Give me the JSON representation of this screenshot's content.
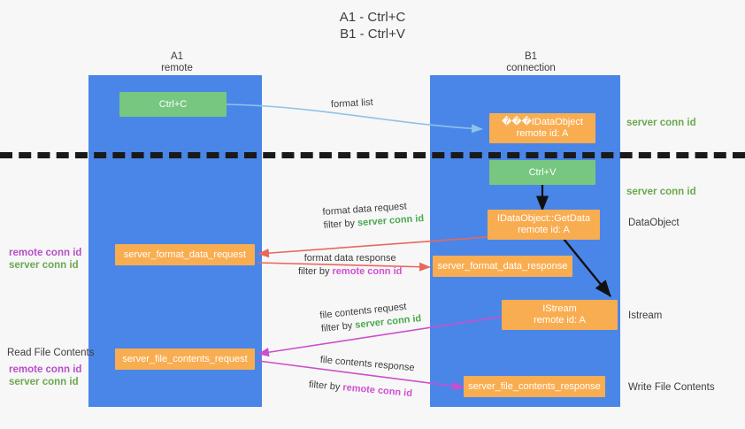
{
  "title": "A1 - Ctrl+C\nB1 - Ctrl+V",
  "lanes": [
    {
      "id": "a1",
      "title": "A1\nremote"
    },
    {
      "id": "b1",
      "title": "B1\nconnection"
    }
  ],
  "nodes": {
    "ctrl_c": {
      "line1": "Ctrl+C",
      "line2": ""
    },
    "ctrl_v": {
      "line1": "Ctrl+V",
      "line2": ""
    },
    "idataobject": {
      "line1": "���IDataObject",
      "line2": "remote id: A"
    },
    "idataobject_getdata": {
      "line1": "IDataObject::GetData",
      "line2": "remote id: A"
    },
    "istream": {
      "line1": "IStream",
      "line2": "remote id: A"
    },
    "server_format_data_request": {
      "line1": "server_format_data_request",
      "line2": ""
    },
    "server_format_data_response": {
      "line1": "server_format_data_response",
      "line2": ""
    },
    "server_file_contents_request": {
      "line1": "server_file_contents_request",
      "line2": ""
    },
    "server_file_contents_response": {
      "line1": "server_file_contents_response",
      "line2": ""
    }
  },
  "edges": {
    "format_list": {
      "line1": "format list"
    },
    "format_data_request": {
      "line1": "format data request",
      "filter_prefix": "filter by ",
      "filter_value": "server conn id"
    },
    "format_data_response": {
      "line1": "format data response",
      "filter_prefix": "filter by ",
      "filter_value": "remote conn id"
    },
    "file_contents_request": {
      "line1": "file contents request",
      "filter_prefix": "filter by ",
      "filter_value": "server conn id"
    },
    "file_contents_response": {
      "line1": "file contents response",
      "filter_prefix": "filter by ",
      "filter_value": "remote conn id"
    }
  },
  "right_labels": {
    "server_conn_id_top": "server conn id",
    "server_conn_id_mid": "server conn id",
    "dataobject": "DataObject",
    "istream": "Istream",
    "write_file_contents": "Write File Contents"
  },
  "left_labels": {
    "read_file_contents": "Read File Contents",
    "remote_conn_id": "remote conn id",
    "server_conn_id": "server conn id"
  },
  "colors": {
    "lane": "#4a86e8",
    "orange": "#f9ad51",
    "green_box": "#77c780",
    "green_text": "#6aa84f",
    "magenta_text": "#b84ec9",
    "arrow_red": "#e8685a",
    "arrow_magenta": "#cc4ecc",
    "arrow_blue": "#8ec3e8",
    "arrow_black": "#111111",
    "background": "#f7f7f7"
  }
}
